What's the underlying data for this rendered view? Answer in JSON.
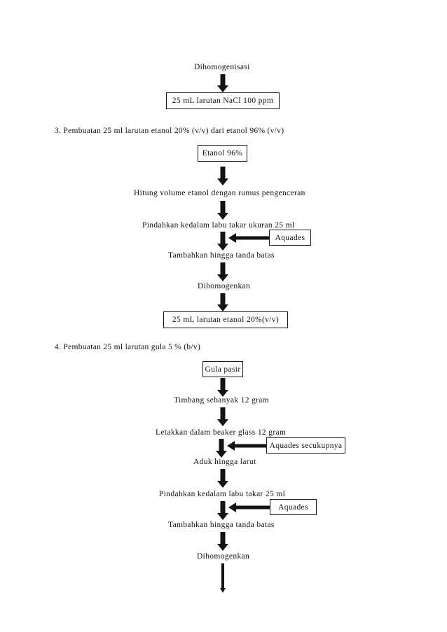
{
  "document": {
    "language": "id",
    "title_visible": false
  },
  "colors": {
    "ink": "#141414",
    "arrow": "#131313",
    "page_background": "#ffffff",
    "box_border": "#1a1a1a"
  },
  "sections": [
    {
      "id": "section-nacl-tail",
      "heading": null,
      "steps": [
        {
          "kind": "label",
          "text": "Dihomogenisasi"
        },
        {
          "kind": "arrow",
          "direction": "down",
          "style": "block"
        },
        {
          "kind": "box",
          "text": "25 mL larutan  NaCl 100 ppm"
        }
      ]
    },
    {
      "id": "section-3-etanol",
      "heading": "3. Pembuatan  25 ml larutan  etanol  20% (v/v)  dari etanol 96% (v/v)",
      "steps": [
        {
          "kind": "box",
          "text": "Etanol  96%"
        },
        {
          "kind": "arrow",
          "direction": "down",
          "style": "block"
        },
        {
          "kind": "label",
          "text": "Hitung  volume  etanol  dengan  rumus  pengenceran"
        },
        {
          "kind": "arrow",
          "direction": "down",
          "style": "block"
        },
        {
          "kind": "label",
          "text": "Pindahkan  kedalam  labu takar ukuran  25 ml"
        },
        {
          "kind": "arrow",
          "direction": "down",
          "style": "block",
          "side_input": {
            "arrow": "left",
            "box": "Aquades"
          }
        },
        {
          "kind": "label",
          "text": "Tambahkan  hingga  tanda batas"
        },
        {
          "kind": "arrow",
          "direction": "down",
          "style": "block"
        },
        {
          "kind": "label",
          "text": "Dihomogenkan"
        },
        {
          "kind": "arrow",
          "direction": "down",
          "style": "block"
        },
        {
          "kind": "box",
          "text": "25 mL larutan  etanol 20%(v/v)"
        }
      ]
    },
    {
      "id": "section-4-gula",
      "heading": "4. Pembuatan  25 ml larutan  gula  5 % (b/v)",
      "steps": [
        {
          "kind": "box",
          "text": "Gula  pasir"
        },
        {
          "kind": "arrow",
          "direction": "down",
          "style": "block"
        },
        {
          "kind": "label",
          "text": "Timbang  sebanyak  12 gram"
        },
        {
          "kind": "arrow",
          "direction": "down",
          "style": "block"
        },
        {
          "kind": "label",
          "text": "Letakkan dalam  beaker glass  12 gram"
        },
        {
          "kind": "arrow",
          "direction": "down",
          "style": "block",
          "side_input": {
            "arrow": "left",
            "box": "Aquades secukupnya"
          }
        },
        {
          "kind": "label",
          "text": "Aduk  hingga  larut"
        },
        {
          "kind": "arrow",
          "direction": "down",
          "style": "block"
        },
        {
          "kind": "label",
          "text": "Pindahkan  kedalam labu takar 25 ml"
        },
        {
          "kind": "arrow",
          "direction": "down",
          "style": "block",
          "side_input": {
            "arrow": "left",
            "box": "Aquades"
          }
        },
        {
          "kind": "label",
          "text": "Tambahkan  hingga  tanda batas"
        },
        {
          "kind": "arrow",
          "direction": "down",
          "style": "block"
        },
        {
          "kind": "label",
          "text": "Dihomogenkan"
        },
        {
          "kind": "arrow",
          "direction": "down",
          "style": "thin"
        }
      ]
    }
  ],
  "labels": {
    "dihomogenisasi": "Dihomogenisasi",
    "nacl_result_box": "25 mL larutan  NaCl 100 ppm",
    "heading_3": "3. Pembuatan  25 ml larutan  etanol  20% (v/v)  dari etanol 96% (v/v)",
    "etanol_96_box": "Etanol  96%",
    "hitung_volume": "Hitung  volume  etanol  dengan  rumus  pengenceran",
    "pindahkan_labu_25": "Pindahkan  kedalam  labu takar ukuran  25 ml",
    "aquades_1": "Aquades",
    "tambahkan_batas_1": "Tambahkan  hingga  tanda batas",
    "dihomogenkan_1": "Dihomogenkan",
    "etanol_result_box": "25 mL larutan  etanol 20%(v/v)",
    "heading_4": "4. Pembuatan  25 ml larutan  gula  5 % (b/v)",
    "gula_pasir_box": "Gula  pasir",
    "timbang": "Timbang  sebanyak  12 gram",
    "letakkan_beaker": "Letakkan dalam  beaker glass  12 gram",
    "aquades_secukupnya": "Aquades secukupnya",
    "aduk_larut": "Aduk  hingga  larut",
    "pindahkan_labu_25_b": "Pindahkan  kedalam labu takar 25 ml",
    "aquades_2": "Aquades",
    "tambahkan_batas_2": "Tambahkan  hingga  tanda batas",
    "dihomogenkan_2": "Dihomogenkan"
  }
}
